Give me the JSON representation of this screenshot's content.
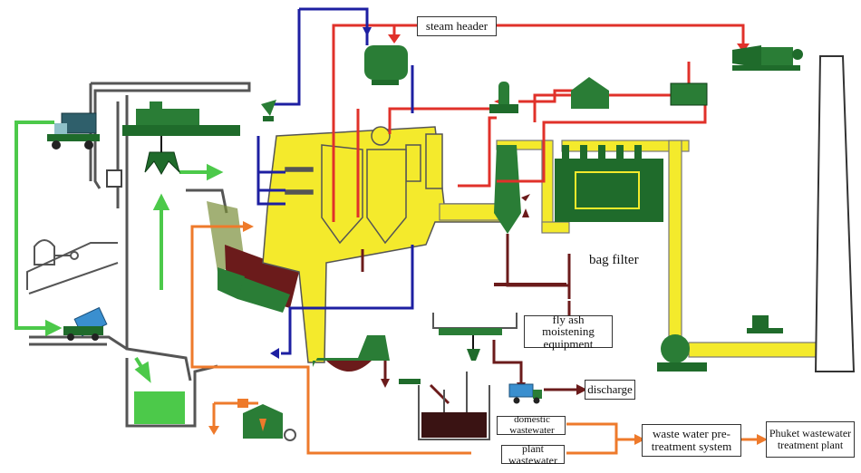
{
  "labels": {
    "steam_header": "steam header",
    "bag_filter": "bag filter",
    "fly_ash_line1": "fly ash moistening",
    "fly_ash_line2": "equipment",
    "discharge": "discharge",
    "domestic_wastewater": "domestic wastewater",
    "plant_wastewater": "plant wastewater",
    "pretreat_line1": "waste water pre-",
    "pretreat_line2": "treatment system",
    "phuket_line1": "Phuket wastewater",
    "phuket_line2": "treatment plant"
  },
  "icons": [
    "truck-icon",
    "crane-icon",
    "grab-bucket-icon",
    "boiler-icon",
    "turbine-generator-icon",
    "cyclone-icon",
    "bag-filter-icon",
    "fan-icon",
    "stack-icon",
    "tank-icon"
  ],
  "colors": {
    "boiler_yellow": "#f4ea2c",
    "equipment_green": "#1f6b2b",
    "steam_red": "#e0312a",
    "water_blue": "#1d1fa2",
    "waste_green": "#4cc94a",
    "ash_brown": "#6b1b1b",
    "flow_orange": "#ee7a2b"
  }
}
